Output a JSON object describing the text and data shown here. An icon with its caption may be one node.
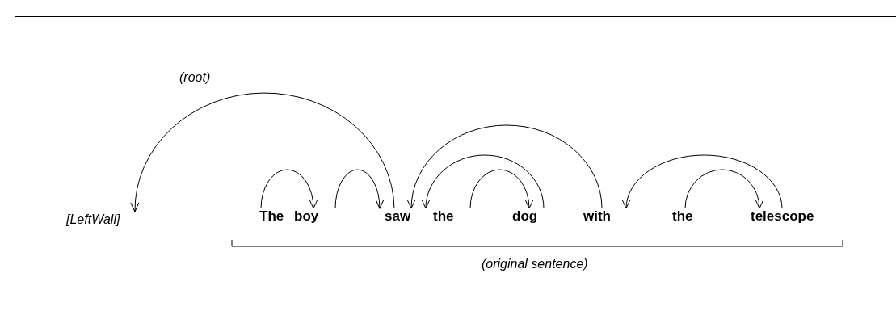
{
  "diagram": {
    "nodes": [
      {
        "text": [
          "[LeftWall]"
        ]
      },
      {
        "text": [
          "The"
        ]
      },
      {
        "text": [
          "boy"
        ]
      },
      {
        "text": [
          "saw"
        ]
      },
      {
        "text": [
          "the"
        ]
      },
      {
        "text": [
          "dog"
        ]
      },
      {
        "text": [
          "with"
        ]
      },
      {
        "text": [
          "the"
        ]
      },
      {
        "text": [
          "telescope"
        ]
      }
    ],
    "edges": [
      {
        "from": 1,
        "to": 2,
        "arrow": "to"
      },
      {
        "from": 2,
        "to": 3,
        "arrow": "to"
      },
      {
        "from": 3,
        "to": 0,
        "arrow": "to",
        "label": "(root)"
      },
      {
        "from": 6,
        "to": 3,
        "arrow": "to"
      },
      {
        "from": 5,
        "to": 3,
        "arrow": "to"
      },
      {
        "from": 4,
        "to": 5,
        "arrow": "to"
      },
      {
        "from": 8,
        "to": 6,
        "arrow": "to"
      },
      {
        "from": 7,
        "to": 8,
        "arrow": "to"
      }
    ],
    "labels": [
      "(original sentence)"
    ]
  }
}
